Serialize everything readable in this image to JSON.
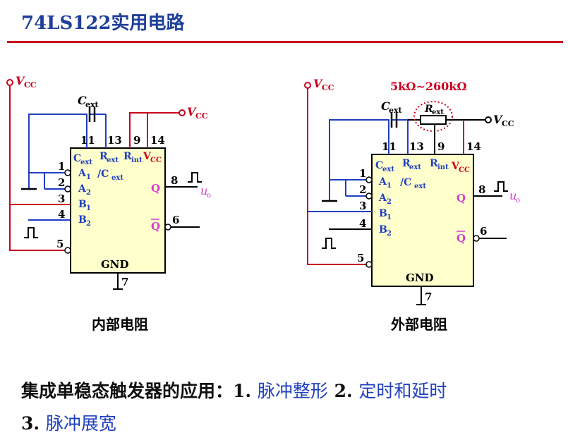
{
  "page": {
    "title": "74LS122实用电路",
    "accent_color": "#c8001e",
    "blue_color": "#1f3fbf"
  },
  "left_circuit": {
    "caption": "内部电阻",
    "vcc_left": "V",
    "vcc_left_sub": "CC",
    "vcc_right": "V",
    "vcc_right_sub": "CC",
    "cap_label": "C",
    "cap_sub": "ext",
    "pins_top": [
      "11",
      "13",
      "9",
      "14"
    ],
    "pins_left": [
      "1",
      "2",
      "3",
      "4",
      "5"
    ],
    "pin_q": "8",
    "pin_qbar": "6",
    "pin_gnd": "7",
    "chip": {
      "cext": "C",
      "cext_sub": "ext",
      "rext": "R",
      "rext_sub": "ext",
      "rint": "R",
      "rint_sub": "int",
      "vcc": "V",
      "vcc_sub": "CC",
      "a1": "A",
      "a1_sub": "1",
      "rcext": "/C",
      "rcext_sub": "ext",
      "a2": "A",
      "a2_sub": "2",
      "b1": "B",
      "b1_sub": "1",
      "b2": "B",
      "b2_sub": "2",
      "q": "Q",
      "qbar": "Q",
      "gnd": "GND"
    },
    "output_label": "u",
    "output_sub": "o"
  },
  "right_circuit": {
    "caption": "外部电阻",
    "resistor_range": "5kΩ~260kΩ",
    "vcc_left": "V",
    "vcc_left_sub": "CC",
    "vcc_right": "V",
    "vcc_right_sub": "CC",
    "cap_label": "C",
    "cap_sub": "ext",
    "res_label": "R",
    "res_sub": "ext",
    "pins_top": [
      "11",
      "13",
      "9",
      "14"
    ],
    "pins_left": [
      "1",
      "2",
      "3",
      "4",
      "5"
    ],
    "pin_q": "8",
    "pin_qbar": "6",
    "pin_gnd": "7",
    "chip": {
      "cext": "C",
      "cext_sub": "ext",
      "rext": "R",
      "rext_sub": "ext",
      "rint": "R",
      "rint_sub": "int",
      "vcc": "V",
      "vcc_sub": "CC",
      "a1": "A",
      "a1_sub": "1",
      "rcext": "/C",
      "rcext_sub": "ext",
      "a2": "A",
      "a2_sub": "2",
      "b1": "B",
      "b1_sub": "1",
      "b2": "B",
      "b2_sub": "2",
      "q": "Q",
      "qbar": "Q",
      "gnd": "GND"
    },
    "output_label": "u",
    "output_sub": "o"
  },
  "bottom_text": {
    "lead": "集成单稳态触发器的应用：",
    "n1": "1.",
    "item1": "脉冲整形",
    "n2": "2.",
    "item2": "定时和延时",
    "n3": "3.",
    "item3": "脉冲展宽"
  }
}
